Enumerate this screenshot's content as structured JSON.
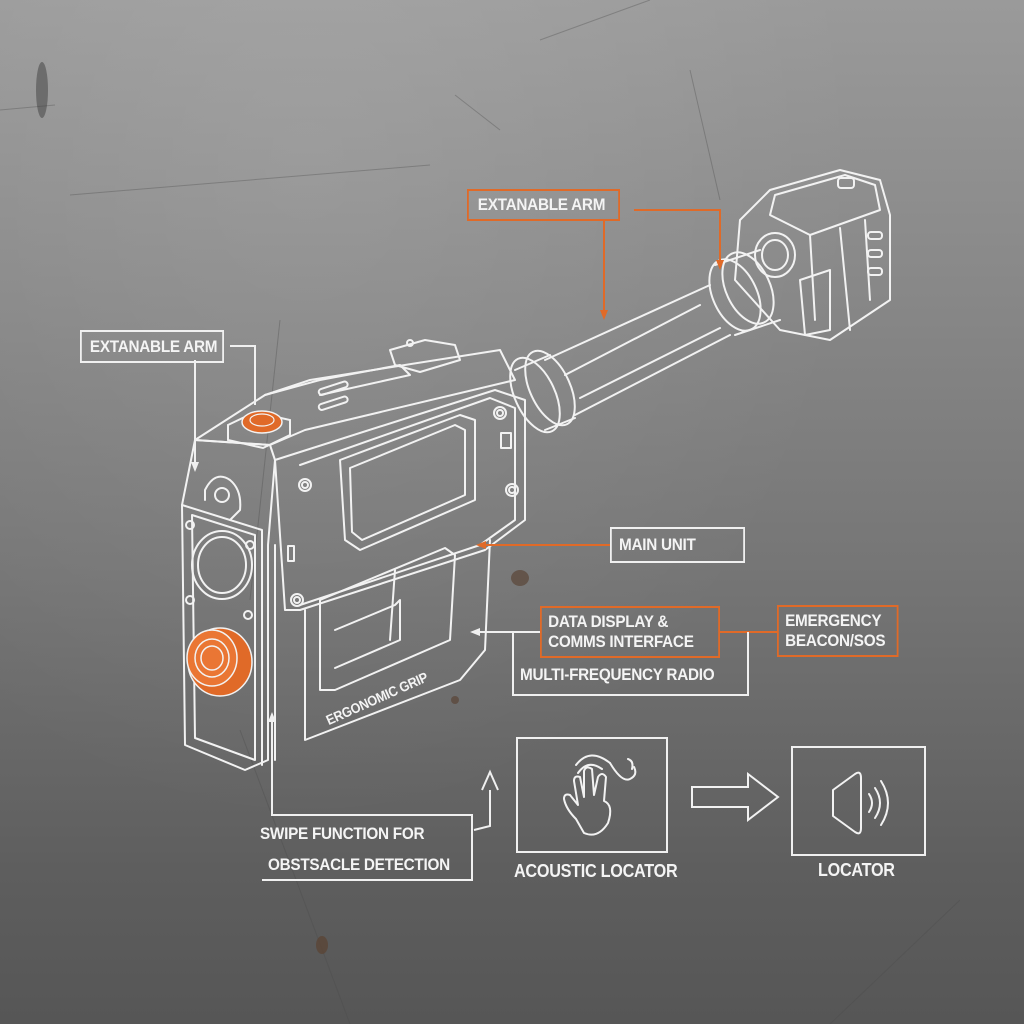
{
  "colors": {
    "accent_orange": "#e06a28",
    "line_white": "#f0f0f0",
    "background_top": "#9a9a9a",
    "background_bottom": "#565656"
  },
  "callouts": {
    "extendable_arm_top": {
      "label": "EXTANABLE ARM",
      "style": "orange"
    },
    "extendable_arm_left": {
      "label": "EXTANABLE ARM",
      "style": "white"
    },
    "main_unit": {
      "label": "MAIN UNIT",
      "style": "white"
    },
    "data_display": {
      "line1": "DATA DISPLAY &",
      "line2": "COMMS INTERFACE",
      "style": "orange"
    },
    "emergency_beacon": {
      "line1": "EMERGENCY",
      "line2": "BEACON/SOS",
      "style": "orange"
    },
    "radio": {
      "label": "MULTI-FREQUENCY RADIO",
      "style": "white"
    },
    "ergonomic_grip": {
      "label": "ERGONOMIC GRIP"
    },
    "swipe_function": {
      "line1": "SWIPE FUNCTION FOR",
      "line2": "OBSTSACLE DETECTION"
    }
  },
  "flow": {
    "step1": {
      "caption": "ACOUSTIC LOCATOR",
      "icon": "hand-swipe-icon"
    },
    "step2": {
      "caption": "LOCATOR",
      "icon": "speaker-icon"
    },
    "connector_icon": "arrow-right-icon"
  },
  "device": {
    "parts": [
      "main-body",
      "display-screen",
      "orange-top-button",
      "orange-side-button",
      "front-lens",
      "extendable-arm-tube",
      "sensor-head"
    ]
  }
}
